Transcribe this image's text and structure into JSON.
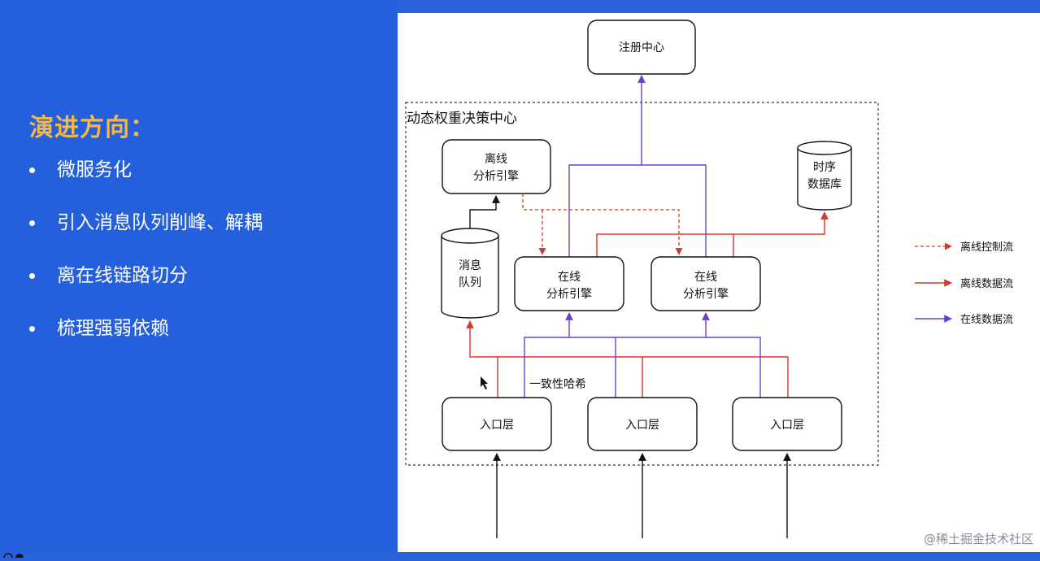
{
  "slide": {
    "title": "演进方向：",
    "bullets": [
      "微服务化",
      "引入消息队列削峰、解耦",
      "离在线链路切分",
      "梳理强弱依赖"
    ]
  },
  "diagram": {
    "registry": "注册中心",
    "container_label": "动态权重决策中心",
    "offline_engine": [
      "离线",
      "分析引擎"
    ],
    "timeseries_db": [
      "时序",
      "数据库"
    ],
    "message_queue": [
      "消息",
      "队列"
    ],
    "online_engine_1": [
      "在线",
      "分析引擎"
    ],
    "online_engine_2": [
      "在线",
      "分析引擎"
    ],
    "consistent_hash": "一致性哈希",
    "entry_1": "入口层",
    "entry_2": "入口层",
    "entry_3": "入口层"
  },
  "legend": {
    "offline_control": "离线控制流",
    "offline_data": "离线数据流",
    "online_data": "在线数据流"
  },
  "colors": {
    "slide_bg": "#2460dc",
    "title_orange": "#f3b845",
    "offline_red": "#d33a2c",
    "online_purple": "#6a3ed4",
    "black": "#111111"
  },
  "watermark": "@稀土掘金技术社区"
}
